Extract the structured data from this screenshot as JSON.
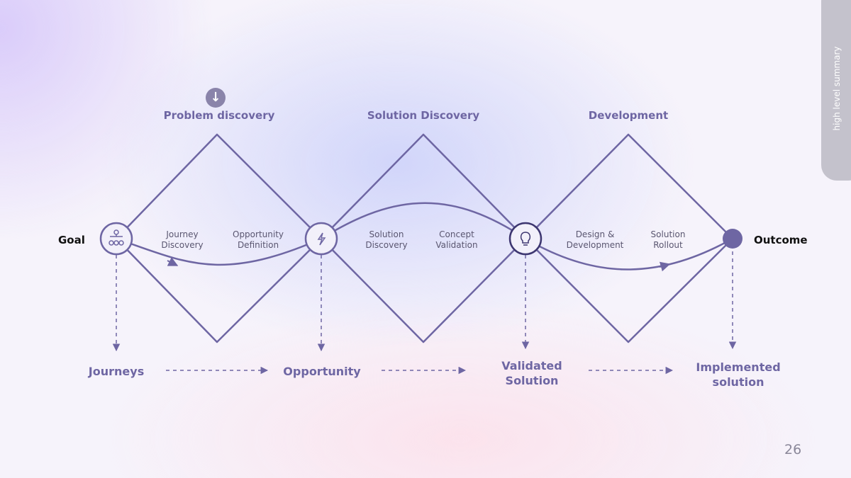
{
  "stages": [
    "Problem discovery",
    "Solution Discovery",
    "Development"
  ],
  "endpoints": {
    "start": "Goal",
    "end": "Outcome"
  },
  "activities": [
    [
      "Journey",
      "Discovery"
    ],
    [
      "Opportunity",
      "Definition"
    ],
    [
      "Solution",
      "Discovery"
    ],
    [
      "Concept",
      "Validation"
    ],
    [
      "Design &",
      "Development"
    ],
    [
      "Solution",
      "Rollout"
    ]
  ],
  "outputs": [
    [
      "Journeys"
    ],
    [
      "Opportunity"
    ],
    [
      "Validated",
      "Solution"
    ],
    [
      "Implemented",
      "solution"
    ]
  ],
  "side_tab": "high level summary",
  "page_number": "26",
  "colors": {
    "line": "#6e66a3",
    "accent": "#6e66a3",
    "text": "#111111"
  }
}
